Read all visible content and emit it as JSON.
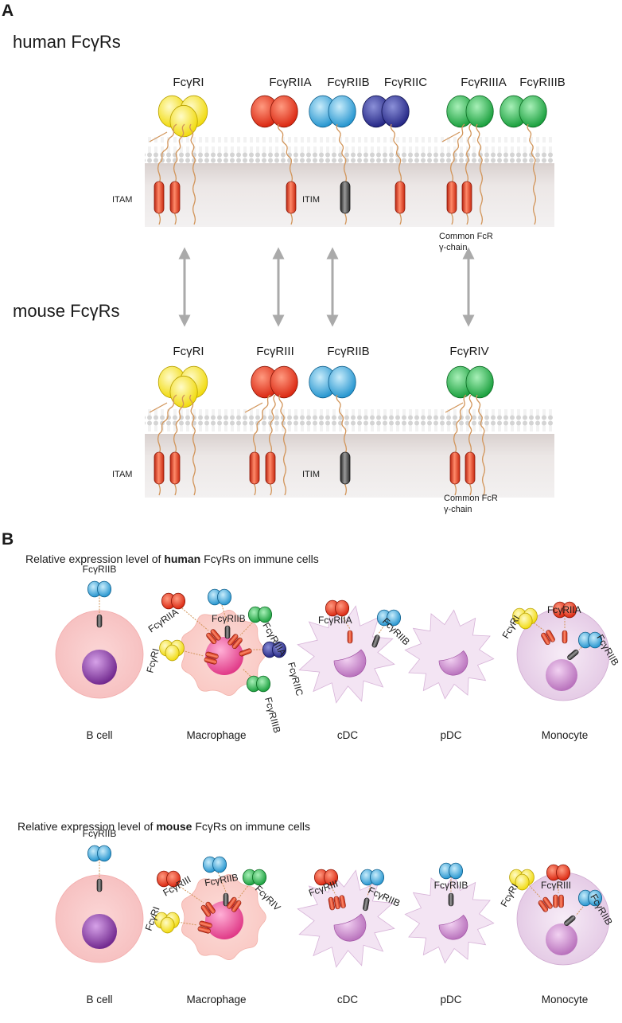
{
  "panel_a": {
    "letter": "A",
    "human": {
      "title": "human FcγRs",
      "receptors": [
        "FcγRI",
        "FcγRIIA",
        "FcγRIIB",
        "FcγRIIC",
        "FcγRIIIA",
        "FcγRIIIB"
      ],
      "itam": "ITAM",
      "itim": "ITIM",
      "common_chain": [
        "Common FcR",
        "γ-chain"
      ]
    },
    "mouse": {
      "title": "mouse FcγRs",
      "receptors": [
        "FcγRI",
        "FcγRIII",
        "FcγRIIB",
        "FcγRIV"
      ],
      "itam": "ITAM",
      "itim": "ITIM",
      "common_chain": [
        "Common FcR",
        "γ-chain"
      ]
    }
  },
  "panel_b": {
    "letter": "B",
    "human": {
      "title": [
        "Relative expression level of ",
        "human",
        " FcγRs on immune cells"
      ],
      "cells": [
        "B cell",
        "Macrophage",
        "cDC",
        "pDC",
        "Monocyte"
      ],
      "bcell": [
        "FcγRIIB"
      ],
      "macrophage": [
        "FcγRIIA",
        "FcγRIIB",
        "FcγRIIIA",
        "FcγRI",
        "FcγRIIC",
        "FcγRIIIB"
      ],
      "cdc": [
        "FcγRIIA",
        "FcγRIIB"
      ],
      "monocyte": [
        "FcγRI",
        "FcγRIIA",
        "FcγRIIB"
      ]
    },
    "mouse": {
      "title": [
        "Relative expression level of ",
        "mouse",
        " FcγRs on immune cells"
      ],
      "cells": [
        "B cell",
        "Macrophage",
        "cDC",
        "pDC",
        "Monocyte"
      ],
      "bcell": [
        "FcγRIIB"
      ],
      "macrophage": [
        "FcγRIII",
        "FcγRIIB",
        "FcγRIV",
        "FcγRI"
      ],
      "cdc": [
        "FcγRIII",
        "FcγRIIB"
      ],
      "pdc": [
        "FcγRIIB"
      ],
      "monocyte": [
        "FcγRI",
        "FcγRIII",
        "FcγRIIB"
      ]
    }
  },
  "colors": {
    "fcgr1": "#f5e31a",
    "fcgr2a": "#e8301c",
    "fcgr2b": "#2ea3db",
    "fcgr2c": "#2b2f8f",
    "fcgr3": "#1db044",
    "itam": "#e8391f",
    "itim": "#555555",
    "tail": "#d2955a",
    "bcell": "#f9c9c9",
    "bcell_nucleus": "#7a3096",
    "macrophage": "#fbd3cf",
    "macrophage_nucleus": "#e8438a",
    "dc": "#f3e4f3",
    "dc_nucleus": "#c07bc2",
    "monocyte": "#eedcee",
    "monocyte_nucleus": "#c881c9",
    "arrow": "#aaaaaa"
  }
}
